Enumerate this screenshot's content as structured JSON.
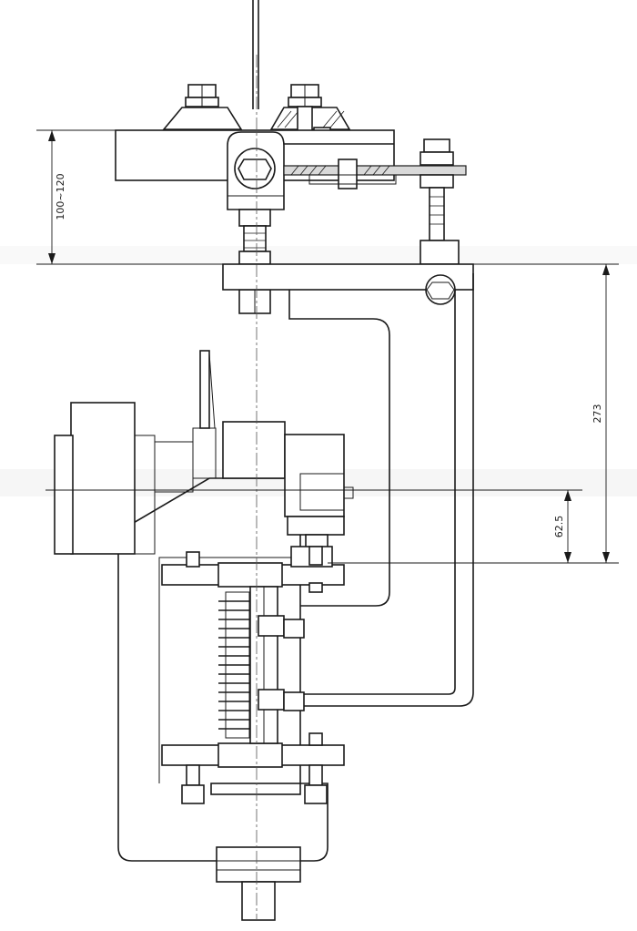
{
  "dimensions": {
    "gap_range": "100~120",
    "height_total": "273",
    "offset": "62.5"
  },
  "colors": {
    "line": "#1a1a1a",
    "paper": "#ffffff",
    "ghost_text": "#e6e6e6"
  }
}
